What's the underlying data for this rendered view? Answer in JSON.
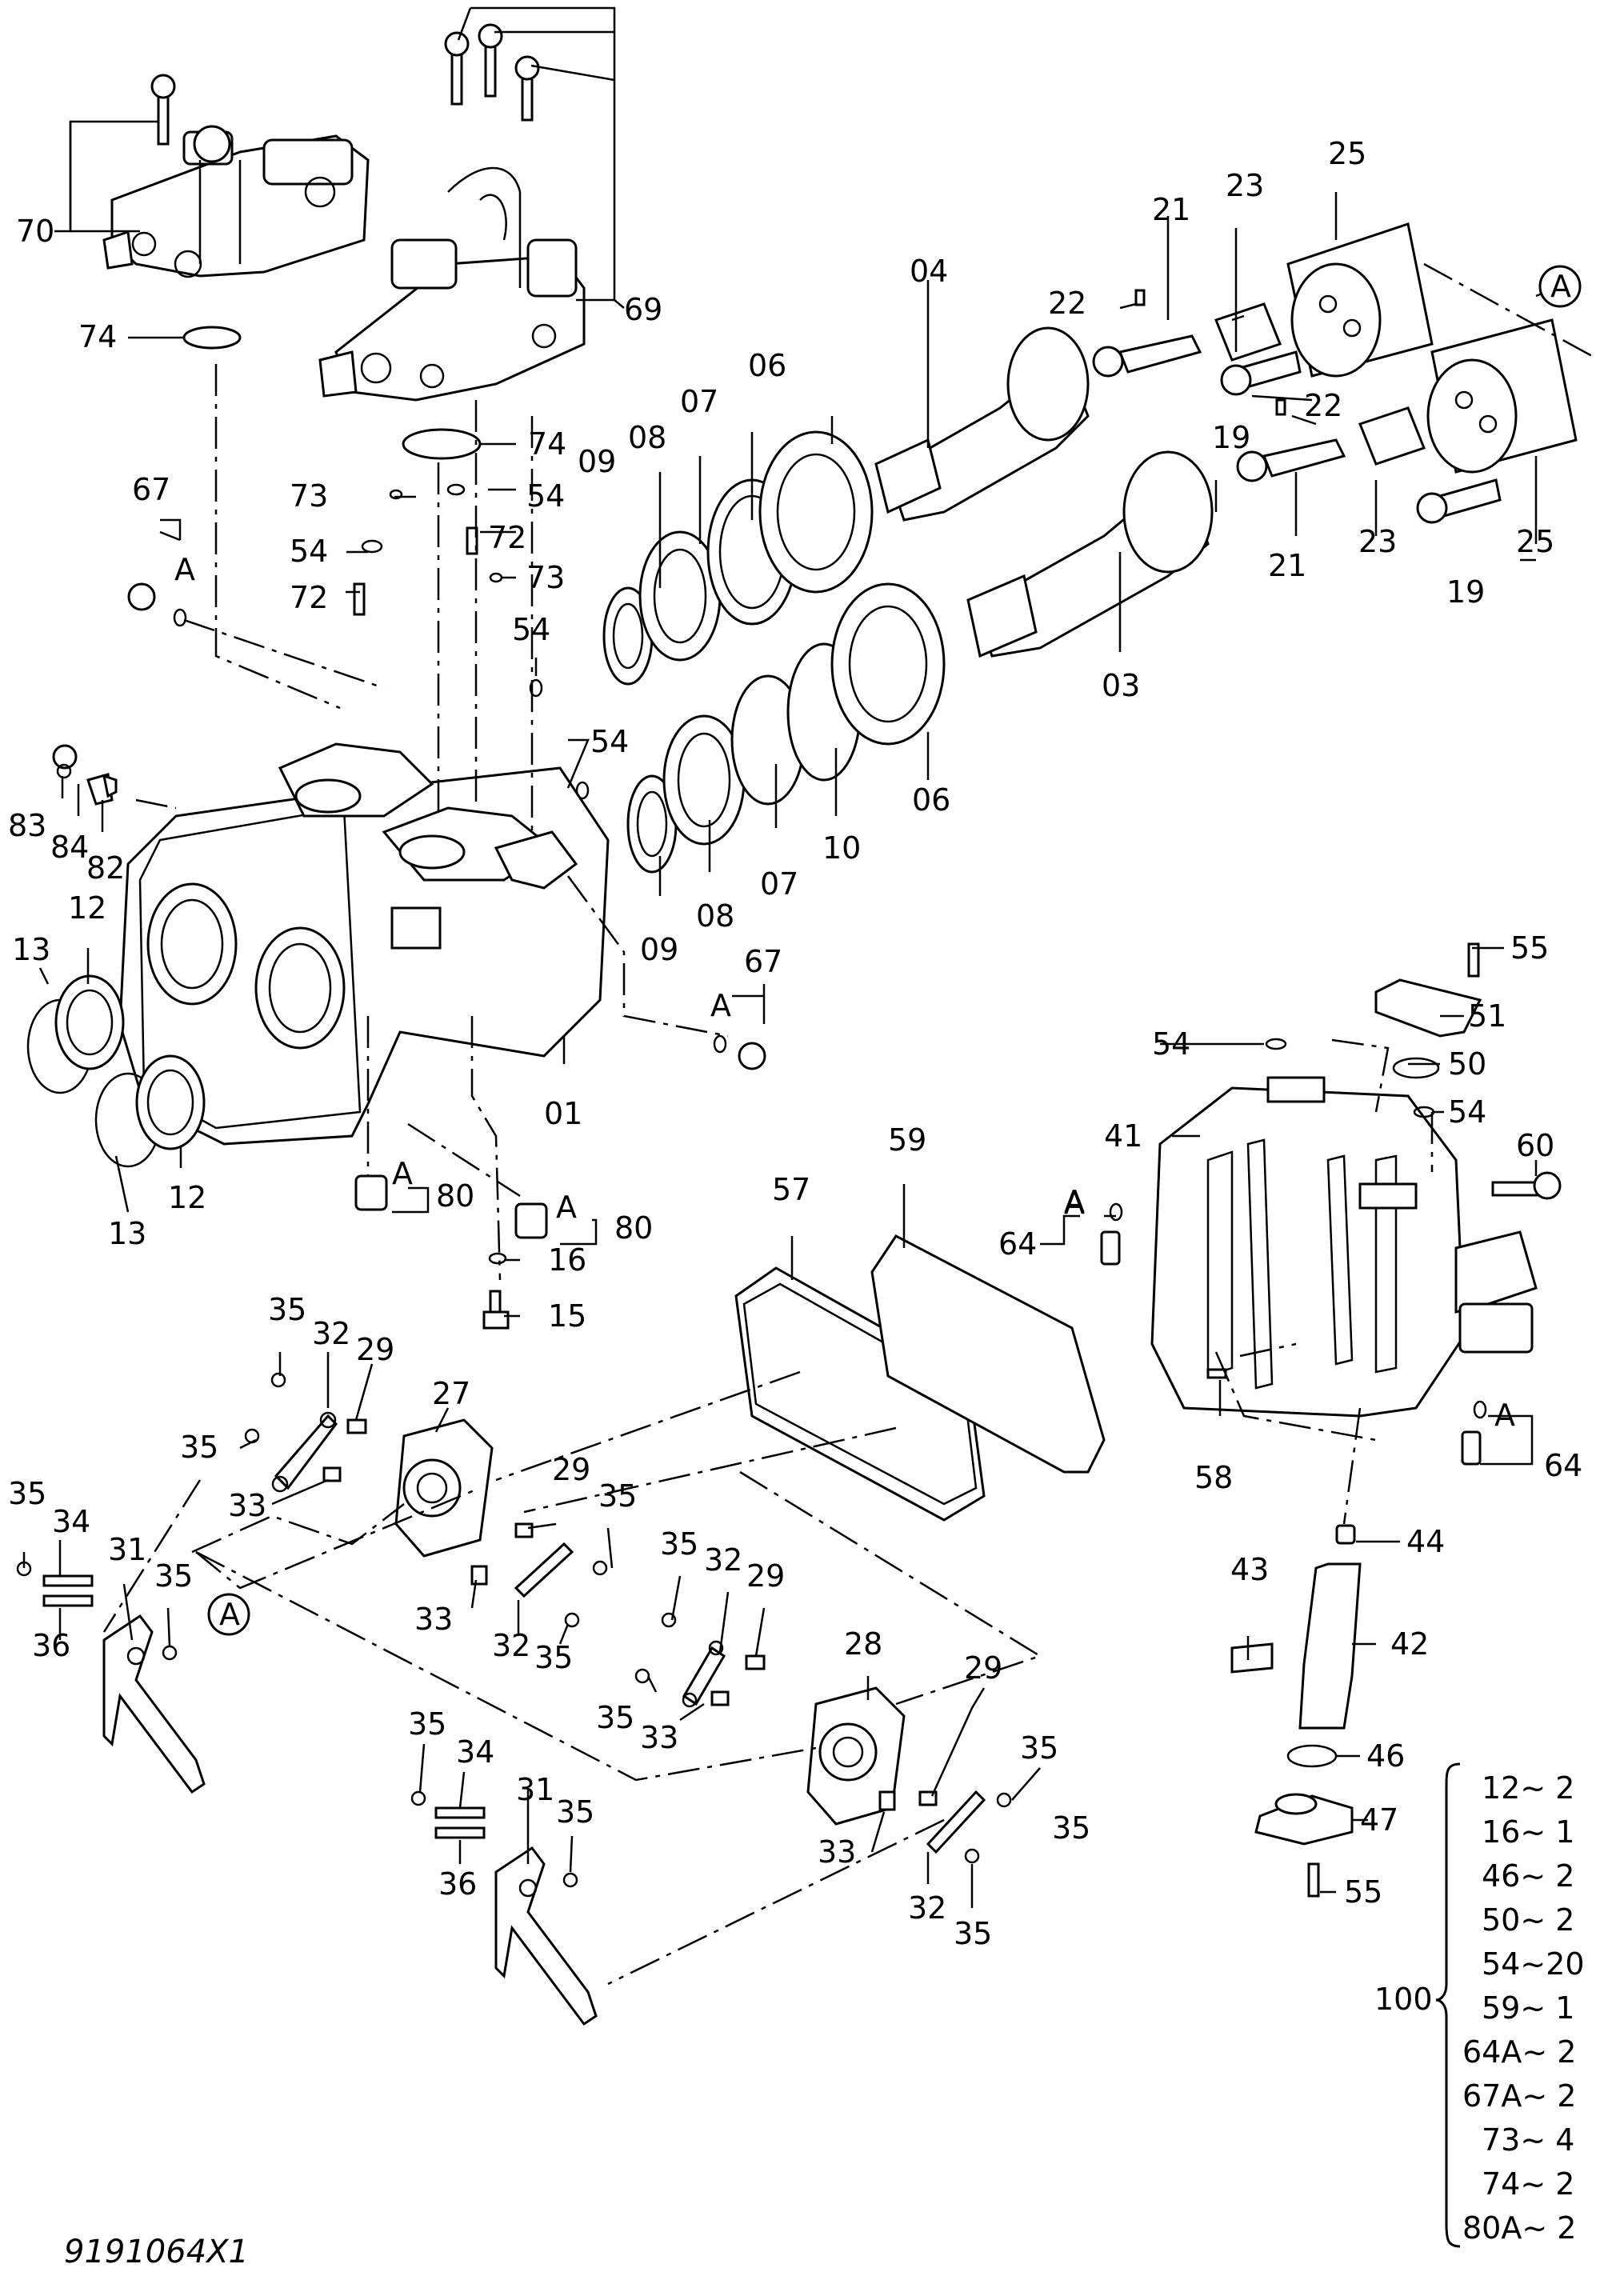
{
  "diagram": {
    "labels": {
      "p01": "01",
      "p03": "03",
      "p04": "04",
      "p06a": "06",
      "p06b": "06",
      "p07a": "07",
      "p07b": "07",
      "p08a": "08",
      "p08b": "08",
      "p09a": "09",
      "p09b": "09",
      "p10": "10",
      "p12a": "12",
      "p12b": "12",
      "p13a": "13",
      "p13b": "13",
      "p15": "15",
      "p16": "16",
      "p19a": "19",
      "p19b": "19",
      "p21a": "21",
      "p21b": "21",
      "p22a": "22",
      "p22b": "22",
      "p23a": "23",
      "p23b": "23",
      "p25a": "25",
      "p25b": "25",
      "p27": "27",
      "p28": "28",
      "p29a": "29",
      "p29b": "29",
      "p29c": "29",
      "p29d": "29",
      "p31a": "31",
      "p31b": "31",
      "p32a": "32",
      "p32b": "32",
      "p32c": "32",
      "p32d": "32",
      "p33a": "33",
      "p33b": "33",
      "p33c": "33",
      "p33d": "33",
      "p34a": "34",
      "p34b": "34",
      "p35a": "35",
      "p35b": "35",
      "p35c": "35",
      "p35d": "35",
      "p35e": "35",
      "p35f": "35",
      "p35g": "35",
      "p35h": "35",
      "p35i": "35",
      "p35j": "35",
      "p35k": "35",
      "p35l": "35",
      "p35m": "35",
      "p36a": "36",
      "p36b": "36",
      "p41": "41",
      "p42": "42",
      "p43": "43",
      "p44": "44",
      "p46": "46",
      "p47": "47",
      "p50": "50",
      "p51": "51",
      "p54a": "54",
      "p54b": "54",
      "p54c": "54",
      "p54d": "54",
      "p54e": "54",
      "p54f": "54",
      "p55a": "55",
      "p55b": "55",
      "p57": "57",
      "p58": "58",
      "p59": "59",
      "p60": "60",
      "p64a": "64",
      "p64b": "64",
      "p67a": "67",
      "p67b": "67",
      "p69": "69",
      "p70": "70",
      "p72a": "72",
      "p72b": "72",
      "p73a": "73",
      "p73b": "73",
      "p74a": "74",
      "p74b": "74",
      "p80a": "80",
      "p80b": "80",
      "p82": "82",
      "p83": "83",
      "p84": "84",
      "sub_a1": "A",
      "sub_a2": "A",
      "sub_a3": "A",
      "sub_a4": "A",
      "sub_a5": "A",
      "sub_a6": "A",
      "sub_a7": "A",
      "callout_a1": "A",
      "callout_a2": "A"
    },
    "kit": {
      "number": "100",
      "items": [
        "12~ 2",
        "16~ 1",
        "46~ 2",
        "50~ 2",
        "54~20",
        "59~ 1",
        "64A~ 2",
        "67A~ 2",
        "73~ 4",
        "74~ 2",
        "80A~ 2"
      ]
    },
    "drawing_code": "9191064X1"
  }
}
